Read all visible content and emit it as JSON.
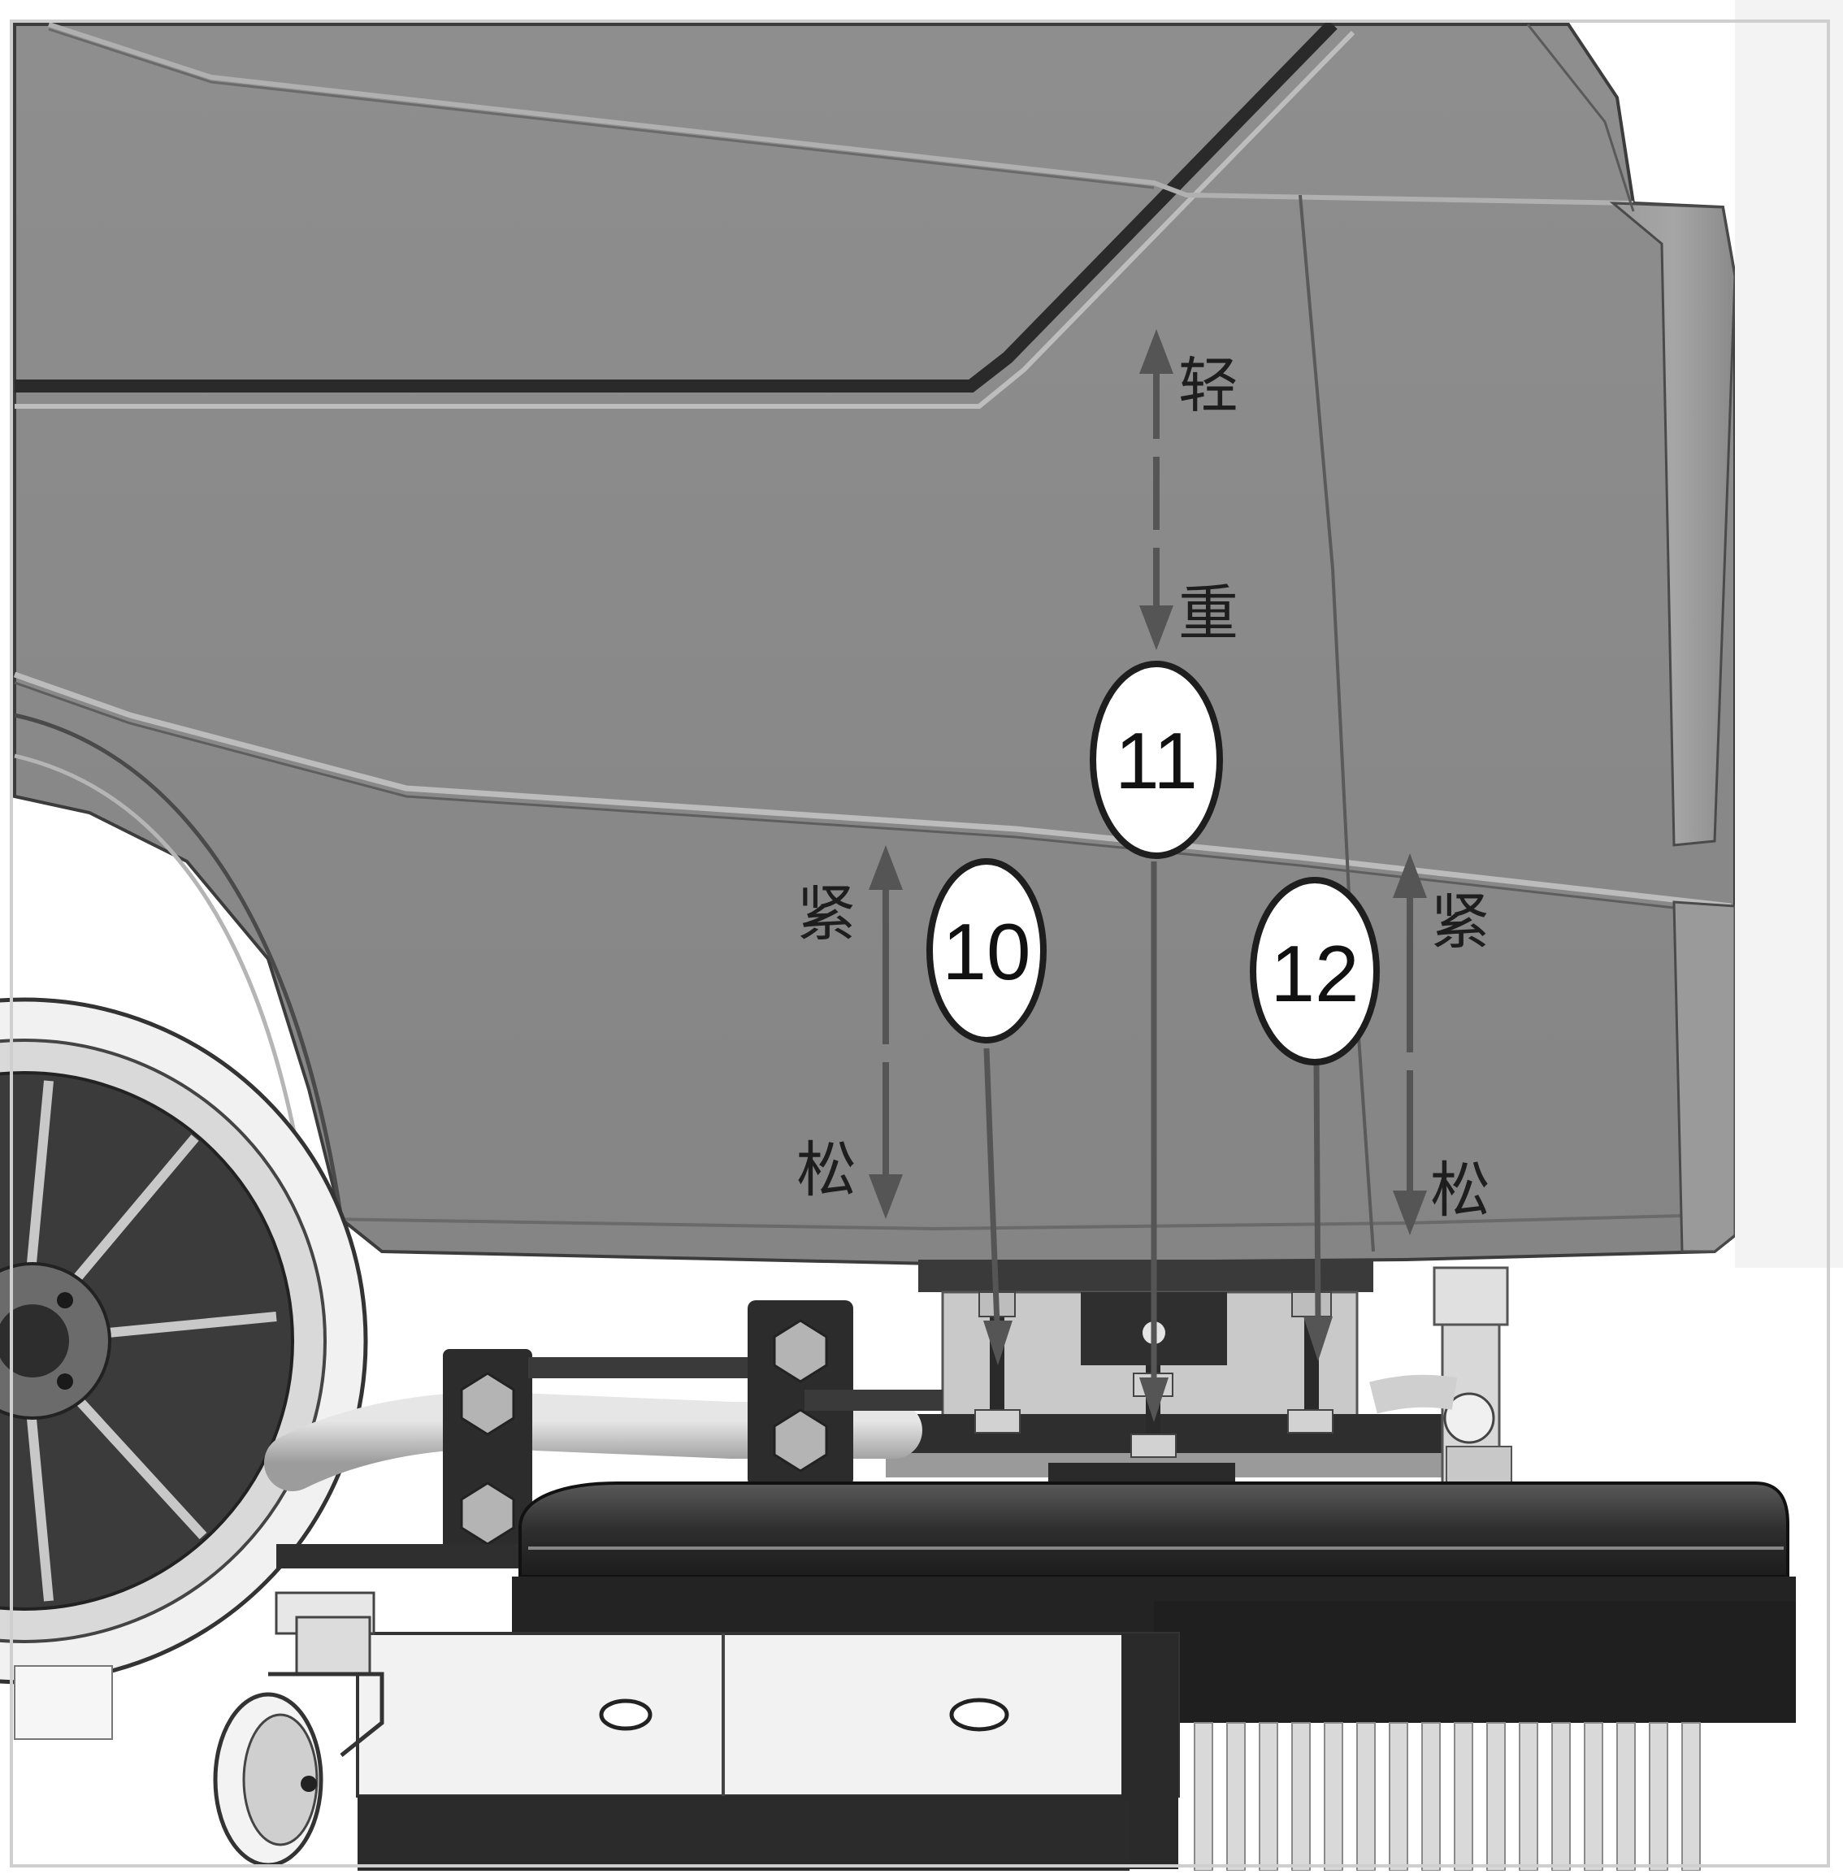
{
  "callouts": {
    "c10": "10",
    "c11": "11",
    "c12": "12"
  },
  "labels": {
    "light": "轻",
    "heavy": "重",
    "tight_left": "紧",
    "loose_left": "松",
    "tight_right": "紧",
    "loose_right": "松"
  },
  "colors": {
    "body_gray": "#8c8c8c",
    "arrow_gray": "#555555",
    "dark": "#2b2b2b",
    "callout_fill": "#ffffff"
  }
}
